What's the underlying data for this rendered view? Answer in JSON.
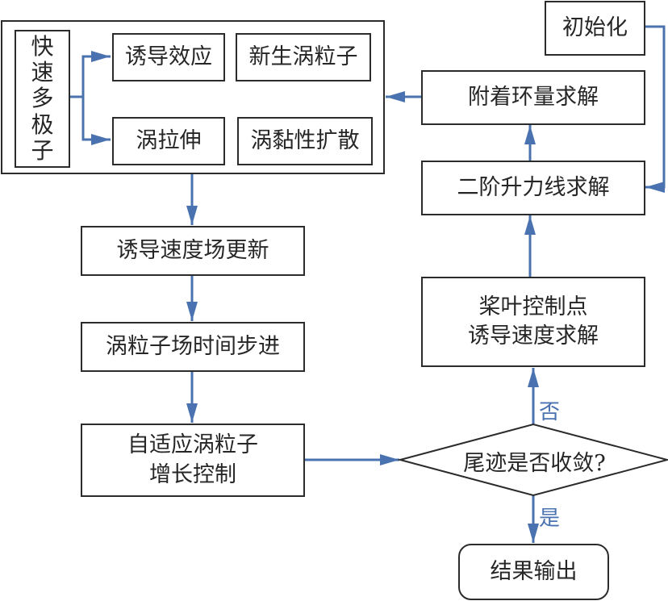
{
  "colors": {
    "arrow": "#4a72b0",
    "border": "#2b2b2b",
    "text": "#262626"
  },
  "nodes": {
    "init": "初始化",
    "attached_circulation": "附着环量求解",
    "second_order_lifting_line": "二阶升力线求解",
    "blade_control_point": [
      "桨叶控制点",
      "诱导速度求解"
    ],
    "wake_converged": "尾迹是否收敛?",
    "result_output": "结果输出",
    "fast_multipole": [
      "快",
      "速",
      "多",
      "极",
      "子"
    ],
    "induced_effect": "诱导效应",
    "new_vortex_particle": "新生涡粒子",
    "vortex_stretching": "涡拉伸",
    "vortex_viscous_diffusion": "涡黏性扩散",
    "induced_velocity_update": "诱导速度场更新",
    "vortex_time_stepping": "涡粒子场时间步进",
    "adaptive_growth_control": [
      "自适应涡粒子",
      "增长控制"
    ]
  },
  "edge_labels": {
    "no": "否",
    "yes": "是"
  }
}
